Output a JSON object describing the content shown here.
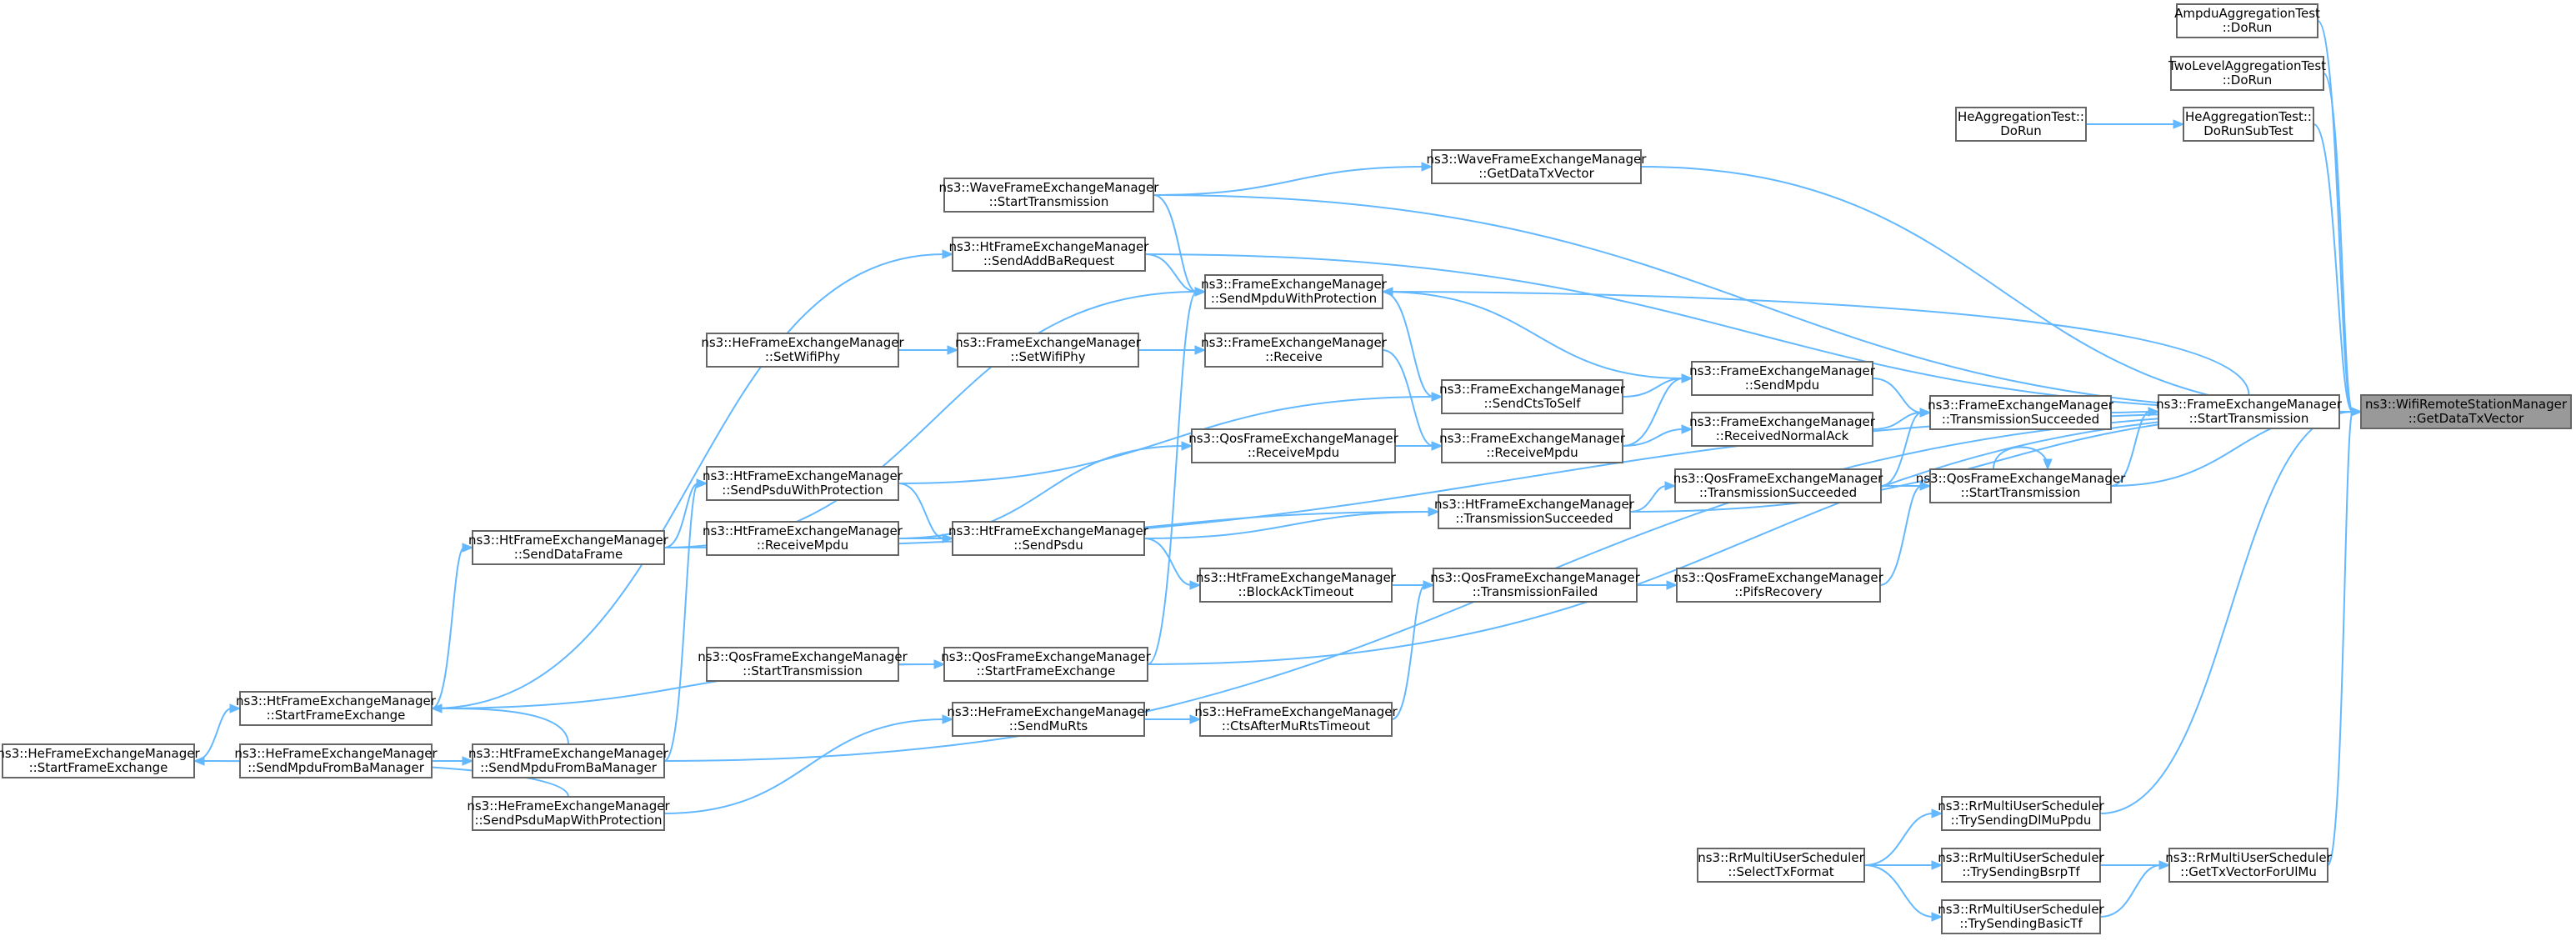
{
  "root": "ns3::WifiRemoteStationManager::GetDataTxVector",
  "nodes": {
    "root": [
      "ns3::WifiRemoteStationManager",
      "::GetDataTxVector"
    ],
    "ampdu": [
      "AmpduAggregationTest",
      "::DoRun"
    ],
    "twolevel": [
      "TwoLevelAggregationTest",
      "::DoRun"
    ],
    "heagg": [
      "HeAggregationTest::",
      "DoRun"
    ],
    "heaggsub": [
      "HeAggregationTest::",
      "DoRunSubTest"
    ],
    "wavegtv": [
      "ns3::WaveFrameExchangeManager",
      "::GetDataTxVector"
    ],
    "wavest": [
      "ns3::WaveFrameExchangeManager",
      "::StartTransmission"
    ],
    "htaddba": [
      "ns3::HtFrameExchangeManager",
      "::SendAddBaRequest"
    ],
    "femsmwp": [
      "ns3::FrameExchangeManager",
      "::SendMpduWithProtection"
    ],
    "hesetphy": [
      "ns3::HeFrameExchangeManager",
      "::SetWifiPhy"
    ],
    "fesetphy": [
      "ns3::FrameExchangeManager",
      "::SetWifiPhy"
    ],
    "ferecv": [
      "ns3::FrameExchangeManager",
      "::Receive"
    ],
    "fects": [
      "ns3::FrameExchangeManager",
      "::SendCtsToSelf"
    ],
    "fesendmpdu": [
      "ns3::FrameExchangeManager",
      "::SendMpdu"
    ],
    "fetxs": [
      "ns3::FrameExchangeManager",
      "::TransmissionSucceeded"
    ],
    "fest": [
      "ns3::FrameExchangeManager",
      "::StartTransmission"
    ],
    "qosrecv": [
      "ns3::QosFrameExchangeManager",
      "::ReceiveMpdu"
    ],
    "ferecvmpdu": [
      "ns3::FrameExchangeManager",
      "::ReceiveMpdu"
    ],
    "ferna": [
      "ns3::FrameExchangeManager",
      "::ReceivedNormalAck"
    ],
    "htspwp": [
      "ns3::HtFrameExchangeManager",
      "::SendPsduWithProtection"
    ],
    "htrecv": [
      "ns3::HtFrameExchangeManager",
      "::ReceiveMpdu"
    ],
    "htsendpsdu": [
      "ns3::HtFrameExchangeManager",
      "::SendPsdu"
    ],
    "httxs": [
      "ns3::HtFrameExchangeManager",
      "::TransmissionSucceeded"
    ],
    "qostxs": [
      "ns3::QosFrameExchangeManager",
      "::TransmissionSucceeded"
    ],
    "qosst": [
      "ns3::QosFrameExchangeManager",
      "::StartTransmission"
    ],
    "htsdf": [
      "ns3::HtFrameExchangeManager",
      "::SendDataFrame"
    ],
    "htbat": [
      "ns3::HtFrameExchangeManager",
      "::BlockAckTimeout"
    ],
    "qostf": [
      "ns3::QosFrameExchangeManager",
      "::TransmissionFailed"
    ],
    "qospifs": [
      "ns3::QosFrameExchangeManager",
      "::PifsRecovery"
    ],
    "qosst2": [
      "ns3::QosFrameExchangeManager",
      "::StartTransmission"
    ],
    "qossfe": [
      "ns3::QosFrameExchangeManager",
      "::StartFrameExchange"
    ],
    "htsfe": [
      "ns3::HtFrameExchangeManager",
      "::StartFrameExchange"
    ],
    "hesfe": [
      "ns3::HeFrameExchangeManager",
      "::StartFrameExchange"
    ],
    "hesmrts": [
      "ns3::HeFrameExchangeManager",
      "::SendMuRts"
    ],
    "hectsmu": [
      "ns3::HeFrameExchangeManager",
      "::CtsAfterMuRtsTimeout"
    ],
    "hesmfba": [
      "ns3::HeFrameExchangeManager",
      "::SendMpduFromBaManager"
    ],
    "htsmfba": [
      "ns3::HtFrameExchangeManager",
      "::SendMpduFromBaManager"
    ],
    "hespmwp": [
      "ns3::HeFrameExchangeManager",
      "::SendPsduMapWithProtection"
    ],
    "rrdl": [
      "ns3::RrMultiUserScheduler",
      "::TrySendingDlMuPpdu"
    ],
    "rrstf": [
      "ns3::RrMultiUserScheduler",
      "::SelectTxFormat"
    ],
    "rrbsrp": [
      "ns3::RrMultiUserScheduler",
      "::TrySendingBsrpTf"
    ],
    "rrgtv": [
      "ns3::RrMultiUserScheduler",
      "::GetTxVectorForUlMu"
    ],
    "rrbasic": [
      "ns3::RrMultiUserScheduler",
      "::TrySendingBasicTf"
    ]
  },
  "edges": [
    [
      "ampdu",
      "root"
    ],
    [
      "twolevel",
      "root"
    ],
    [
      "heaggsub",
      "root"
    ],
    [
      "wavegtv",
      "root"
    ],
    [
      "wavest",
      "root"
    ],
    [
      "htaddba",
      "root"
    ],
    [
      "fest",
      "root"
    ],
    [
      "qosst",
      "root"
    ],
    [
      "httxs",
      "root"
    ],
    [
      "htsdf",
      "root"
    ],
    [
      "qossfe",
      "root"
    ],
    [
      "htsmfba",
      "root"
    ],
    [
      "rrdl",
      "root"
    ],
    [
      "rrgtv",
      "root"
    ],
    [
      "heagg",
      "heaggsub"
    ],
    [
      "wavest",
      "wavegtv"
    ],
    [
      "htsfe",
      "htaddba"
    ],
    [
      "wavest",
      "femsmwp"
    ],
    [
      "htaddba",
      "femsmwp"
    ],
    [
      "htsdf",
      "femsmwp"
    ],
    [
      "qossfe",
      "femsmwp"
    ],
    [
      "fest",
      "femsmwp"
    ],
    [
      "hesetphy",
      "fesetphy"
    ],
    [
      "fesetphy",
      "ferecv"
    ],
    [
      "femsmwp",
      "fects"
    ],
    [
      "htspwp",
      "fects"
    ],
    [
      "fects",
      "fesendmpdu"
    ],
    [
      "ferecvmpdu",
      "fesendmpdu"
    ],
    [
      "femsmwp",
      "fesendmpdu"
    ],
    [
      "ferecv",
      "ferecvmpdu"
    ],
    [
      "htrecv",
      "qosrecv"
    ],
    [
      "qosrecv",
      "ferecvmpdu"
    ],
    [
      "fesendmpdu",
      "fetxs"
    ],
    [
      "ferna",
      "fetxs"
    ],
    [
      "ferecvmpdu",
      "ferna"
    ],
    [
      "qostxs",
      "fetxs"
    ],
    [
      "fetxs",
      "fest"
    ],
    [
      "qosst",
      "fest"
    ],
    [
      "httxs",
      "qostxs"
    ],
    [
      "qostxs",
      "qosst"
    ],
    [
      "qospifs",
      "qosst"
    ],
    [
      "qosst",
      "qosst"
    ],
    [
      "htsdf",
      "htspwp"
    ],
    [
      "htsmfba",
      "htspwp"
    ],
    [
      "htrecv",
      "htsendpsdu"
    ],
    [
      "htspwp",
      "htsendpsdu"
    ],
    [
      "htsendpsdu",
      "httxs"
    ],
    [
      "htrecv",
      "httxs"
    ],
    [
      "htsfe",
      "htsdf"
    ],
    [
      "htsendpsdu",
      "htbat"
    ],
    [
      "htbat",
      "qostf"
    ],
    [
      "hectsmu",
      "qostf"
    ],
    [
      "qostf",
      "qospifs"
    ],
    [
      "qosst2",
      "qossfe"
    ],
    [
      "htsfe",
      "qossfe"
    ],
    [
      "htsmfba",
      "htsfe"
    ],
    [
      "hesfe",
      "htsfe"
    ],
    [
      "hesmrts",
      "hectsmu"
    ],
    [
      "hespmwp",
      "hesmrts"
    ],
    [
      "hesmfba",
      "htsmfba"
    ],
    [
      "hespmwp",
      "hesfe"
    ],
    [
      "rrstf",
      "rrdl"
    ],
    [
      "rrstf",
      "rrbsrp"
    ],
    [
      "rrstf",
      "rrbasic"
    ],
    [
      "rrbsrp",
      "rrgtv"
    ],
    [
      "rrbasic",
      "rrgtv"
    ]
  ]
}
